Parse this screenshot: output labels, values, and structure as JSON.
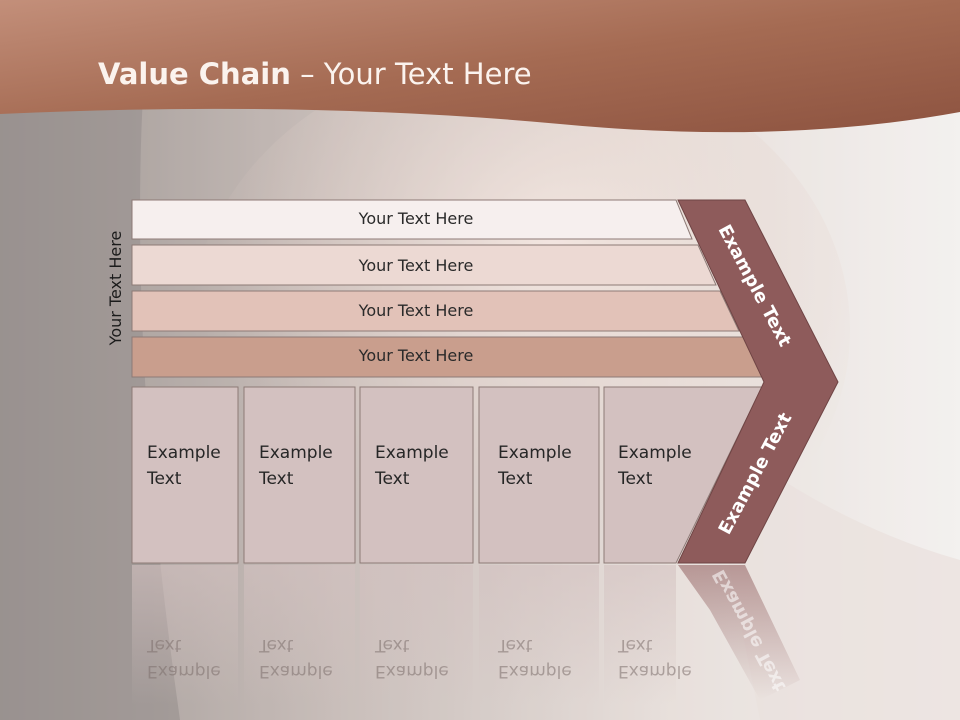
{
  "title": {
    "bold": "Value Chain",
    "rest": " – Your Text Here"
  },
  "side_label": "Your Text Here",
  "rows": [
    "Your Text Here",
    "Your Text Here",
    "Your Text Here",
    "Your Text Here"
  ],
  "columns": [
    {
      "line1": "Example",
      "line2": "Text"
    },
    {
      "line1": "Example",
      "line2": "Text"
    },
    {
      "line1": "Example",
      "line2": "Text"
    },
    {
      "line1": "Example",
      "line2": "Text"
    },
    {
      "line1": "Example",
      "line2": "Text"
    }
  ],
  "chevron": {
    "upper": "Example Text",
    "lower": "Example Text"
  },
  "colors": {
    "header": "#a86a52",
    "chevron": "#8e5b5b",
    "row_fills": [
      "#f6efee",
      "#ecd9d3",
      "#e2c2b8",
      "#c99e8d"
    ],
    "column_fill": "#d3c1c0"
  }
}
